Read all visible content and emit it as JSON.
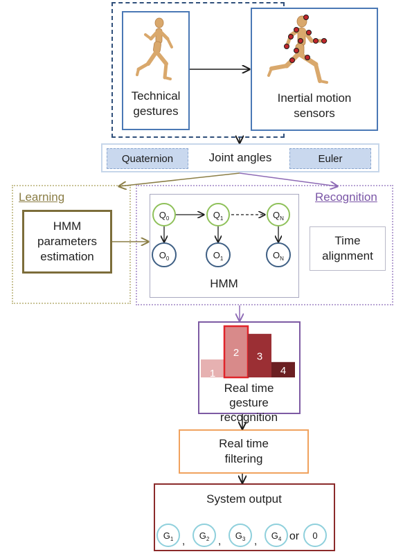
{
  "top": {
    "gestures_line1": "Technical",
    "gestures_line2": "gestures",
    "sensors_line1": "Inertial motion",
    "sensors_line2": "sensors"
  },
  "joint": {
    "title": "Joint angles",
    "quaternion": "Quaternion",
    "euler": "Euler"
  },
  "learning": {
    "label": "Learning",
    "box_line1": "HMM",
    "box_line2": "parameters",
    "box_line3": "estimation"
  },
  "recognition": {
    "label": "Recognition",
    "hmm_label": "HMM",
    "states_q": [
      {
        "base": "Q",
        "sub": "0"
      },
      {
        "base": "Q",
        "sub": "1"
      },
      {
        "base": "Q",
        "sub": "N"
      }
    ],
    "states_o": [
      {
        "base": "O",
        "sub": "0"
      },
      {
        "base": "O",
        "sub": "1"
      },
      {
        "base": "O",
        "sub": "N"
      }
    ],
    "time_line1": "Time",
    "time_line2": "alignment"
  },
  "rt_recognition": {
    "bars": [
      {
        "label": "1",
        "level": 0.35,
        "color": "#e6b1b1"
      },
      {
        "label": "2",
        "level": 1.0,
        "color": "#d88a8a"
      },
      {
        "label": "3",
        "level": 0.85,
        "color": "#9b2f34"
      },
      {
        "label": "4",
        "level": 0.3,
        "color": "#6b1f22"
      }
    ],
    "line1": "Real time",
    "line2": "gesture recognition"
  },
  "filtering": {
    "line1": "Real time",
    "line2": "filtering"
  },
  "output": {
    "title": "System output",
    "items": [
      {
        "base": "G",
        "sub": "1"
      },
      {
        "base": "G",
        "sub": "2"
      },
      {
        "base": "G",
        "sub": "3"
      },
      {
        "base": "G",
        "sub": "4"
      }
    ],
    "comma": ",",
    "or": "or",
    "zero": "0"
  },
  "colors": {
    "top_border": "#2f4f7a",
    "blue_box": "#4a78b5",
    "learning": "#8a7d45",
    "recognition": "#7a55a6",
    "state_q": "#8fc15a",
    "state_o": "#3e5f84",
    "filter": "#f0a25e",
    "output": "#8b2a2a",
    "output_circle": "#8fd0dc"
  }
}
